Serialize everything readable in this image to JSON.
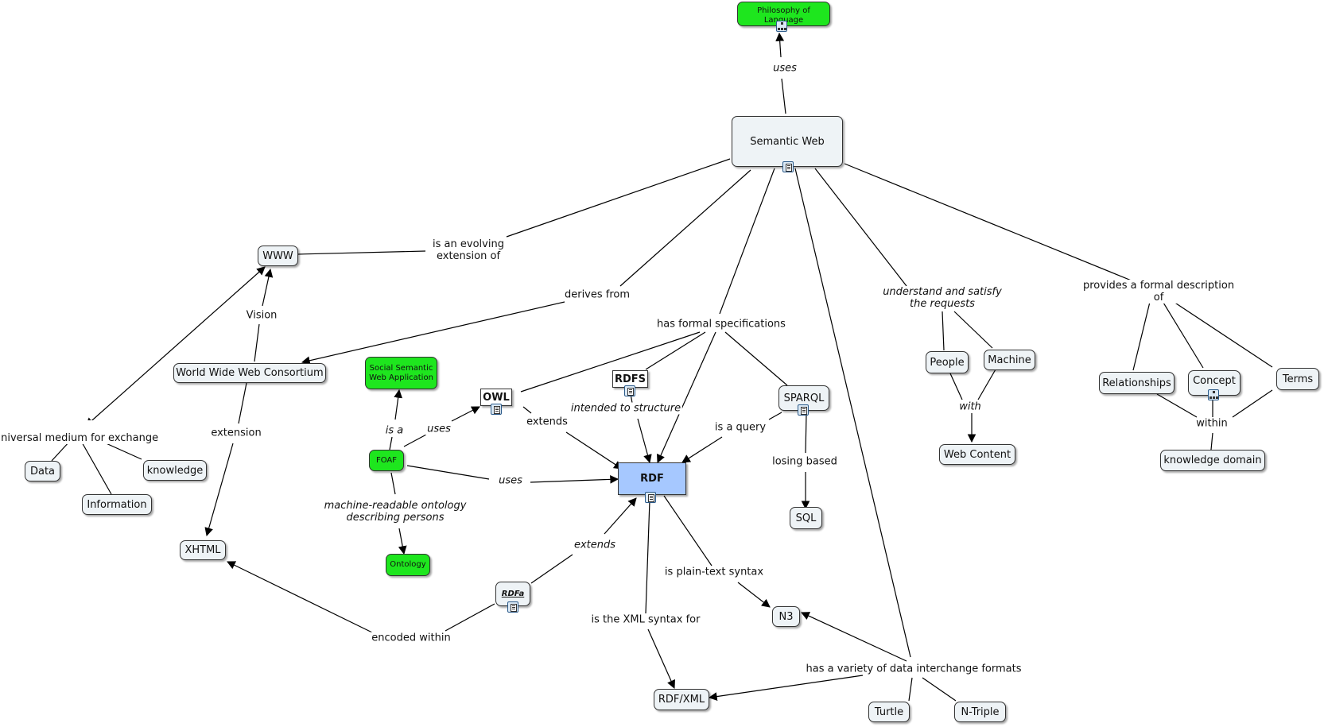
{
  "nodes": {
    "philosophy": "Philosophy of Language",
    "semantic_web": "Semantic Web",
    "www": "WWW",
    "w3c": "World Wide Web Consortium",
    "universal_medium": "universal medium for exchange",
    "data": "Data",
    "information": "Information",
    "knowledge": "knowledge",
    "xhtml": "XHTML",
    "social_app": "Social Semantic Web Application",
    "foaf": "FOAF",
    "ontology": "Ontology",
    "owl": "OWL",
    "rdfs": "RDFS",
    "rdf": "RDF",
    "sparql": "SPARQL",
    "sql": "SQL",
    "rdfa": "RDFa",
    "n3": "N3",
    "rdfxml": "RDF/XML",
    "turtle": "Turtle",
    "ntriple": "N-Triple",
    "people": "People",
    "machine": "Machine",
    "web_content": "Web Content",
    "relationships": "Relationships",
    "concept": "Concept",
    "terms": "Terms",
    "knowledge_domain": "knowledge domain"
  },
  "labels": {
    "uses_top": "uses",
    "evolving": "is an evolving\nextension of",
    "derives": "derives from",
    "formal_specs": "has formal specifications",
    "understand": "understand and satisfy\nthe requests",
    "provides": "provides a formal description of",
    "vision": "Vision",
    "extension": "extension",
    "is_a": "is a",
    "uses_owl": "uses",
    "extends_owl": "extends",
    "intended": "intended to structure",
    "is_query": "is a query",
    "losing": "losing based",
    "uses_rdf": "uses",
    "mro": "machine-readable ontology\ndescribing persons",
    "extends_rdfa": "extends",
    "plain_text": "is plain-text syntax",
    "xml_syntax": "is the XML syntax for",
    "encoded": "encoded within",
    "variety": "has a variety of data interchange formats",
    "with": "with",
    "within": "within"
  },
  "colors": {
    "node_fill": "#eef3f6",
    "green": "#1ee61e",
    "rdf_blue": "#a6c8ff",
    "line": "#000000"
  }
}
